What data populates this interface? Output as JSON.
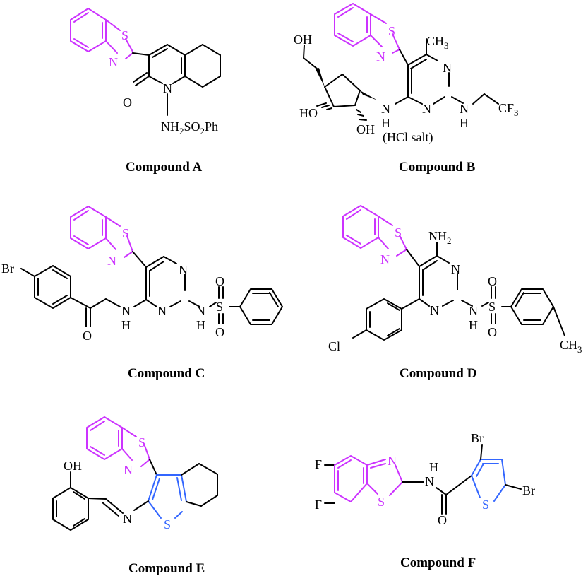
{
  "colors": {
    "benzothiazole": "#cc33ff",
    "thiophene": "#3366ff",
    "default": "#000000"
  },
  "compounds": [
    {
      "caption": "Compound A"
    },
    {
      "caption": "Compound B"
    },
    {
      "caption": "Compound C"
    },
    {
      "caption": "Compound D"
    },
    {
      "caption": "Compound E"
    },
    {
      "caption": "Compound F"
    }
  ],
  "labels": {
    "S": "S",
    "N": "N",
    "O": "O",
    "H": "H",
    "OH": "OH",
    "HO": "HO",
    "Br": "Br",
    "Cl": "Cl",
    "F": "F",
    "CH": "CH",
    "three": "3",
    "NH": "NH",
    "two": "2",
    "CF": "CF",
    "SO": "SO",
    "Ph": "Ph",
    "salt": "(HCl salt)"
  }
}
